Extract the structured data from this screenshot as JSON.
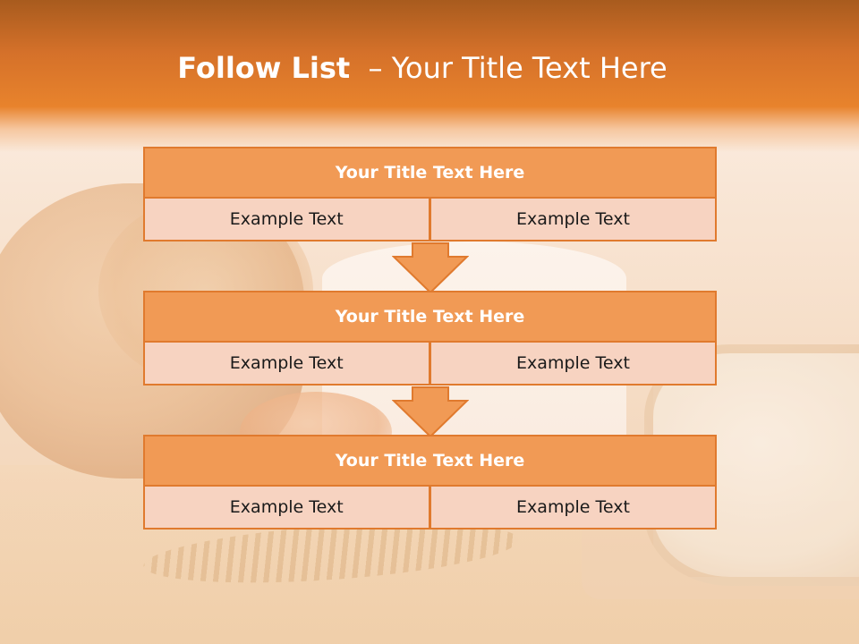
{
  "slide": {
    "title_bold": "Follow List",
    "title_rest": "  – Your Title Text Here"
  },
  "blocks": [
    {
      "title": "Your Title Text Here",
      "left_text": "Example Text",
      "right_text": "Example Text"
    },
    {
      "title": "Your Title Text Here",
      "left_text": "Example Text",
      "right_text": "Example Text"
    },
    {
      "title": "Your Title Text Here",
      "left_text": "Example Text",
      "right_text": "Example Text"
    }
  ],
  "colors": {
    "header_orange": "#e8832c",
    "block_title_fill": "#f19a55",
    "block_cell_fill": "#f7d3c1",
    "border_orange": "#e07a2e",
    "arrow_fill": "#f19a55"
  },
  "icons": [
    "down-arrow-icon",
    "down-arrow-icon"
  ]
}
